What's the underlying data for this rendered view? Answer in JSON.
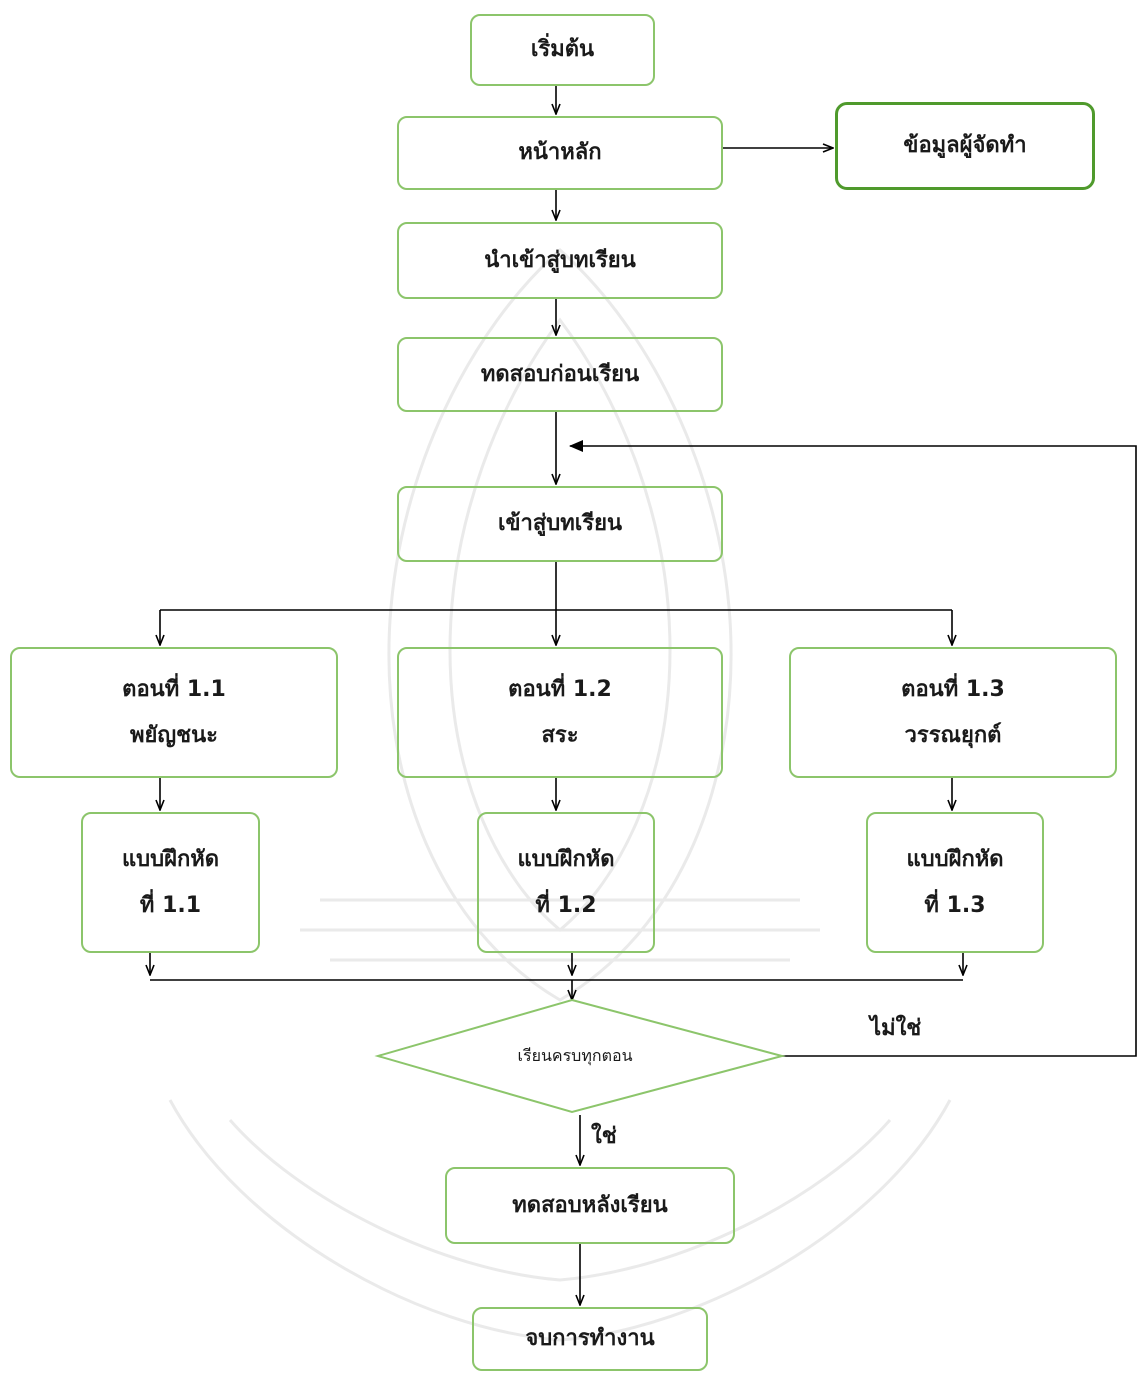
{
  "nodes": {
    "start": "เริ่มต้น",
    "home": "หน้าหลัก",
    "credits": "ข้อมูลผู้จัดทำ",
    "intro": "นำเข้าสู่บทเรียน",
    "pretest": "ทดสอบก่อนเรียน",
    "lesson": "เข้าสู่บทเรียน",
    "part1": {
      "line1": "ตอนที่ 1.1",
      "line2": "พยัญชนะ"
    },
    "part2": {
      "line1": "ตอนที่ 1.2",
      "line2": "สระ"
    },
    "part3": {
      "line1": "ตอนที่ 1.3",
      "line2": "วรรณยุกต์"
    },
    "exercise1": {
      "line1": "แบบฝึกหัด",
      "line2": "ที่ 1.1"
    },
    "exercise2": {
      "line1": "แบบฝึกหัด",
      "line2": "ที่ 1.2"
    },
    "exercise3": {
      "line1": "แบบฝึกหัด",
      "line2": "ที่ 1.3"
    },
    "decision": "เรียนครบทุกตอน",
    "posttest": "ทดสอบหลังเรียน",
    "end": "จบการทำงาน"
  },
  "labels": {
    "no": "ไม่ใช่",
    "yes": "ใช่"
  },
  "colors": {
    "box_border": "#8cc56b",
    "box_border_dark": "#4f9a2c",
    "line": "#000000"
  }
}
